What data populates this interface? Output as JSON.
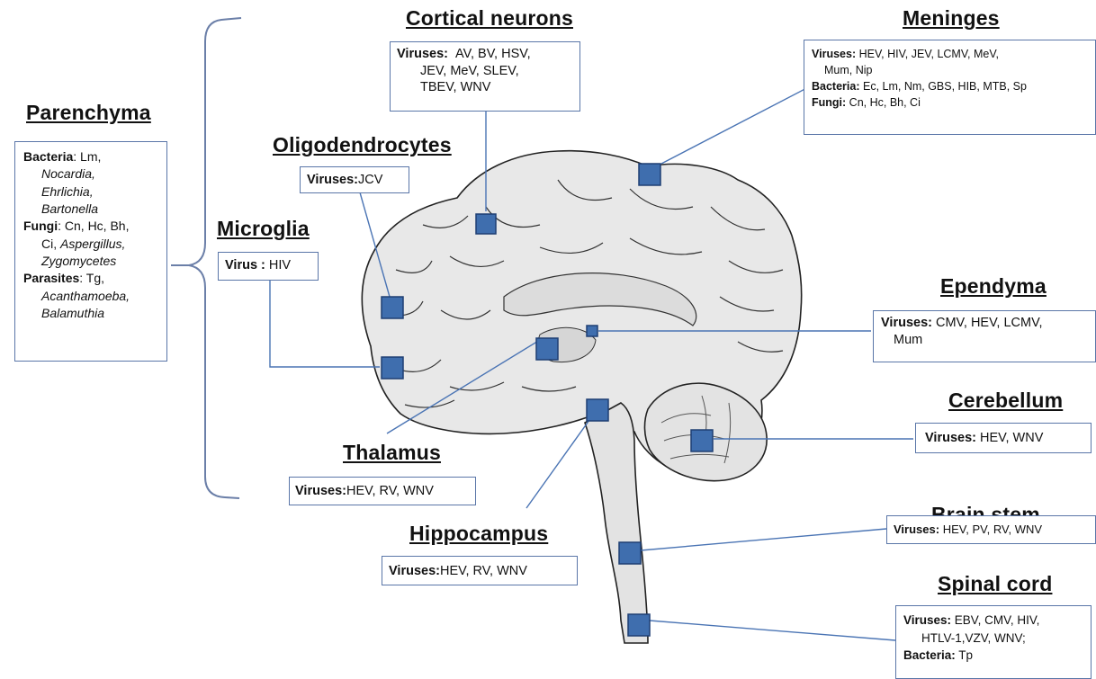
{
  "parenchyma": {
    "title": "Parenchyma",
    "bacteria_label": "Bacteria",
    "bacteria_1": ": Lm,",
    "bacteria_2": "Nocardia,",
    "bacteria_3": "Ehrlichia,",
    "bacteria_4": "Bartonella",
    "fungi_label": "Fungi",
    "fungi_1": ": Cn, Hc, Bh,",
    "fungi_2a": "Ci, ",
    "fungi_2b": "Aspergillus,",
    "fungi_3": "Zygomycetes",
    "parasites_label": "Parasites",
    "parasites_1": ": Tg,",
    "parasites_2": "Acanthamoeba,",
    "parasites_3": "Balamuthia"
  },
  "cortical": {
    "title": "Cortical neurons",
    "label": "Viruses:",
    "line1": "AV, BV, HSV,",
    "line2": "JEV, MeV, SLEV,",
    "line3": "TBEV, WNV"
  },
  "oligo": {
    "title": "Oligodendrocytes",
    "label": "Viruses:",
    "value": "JCV"
  },
  "microglia": {
    "title": "Microglia",
    "label": "Virus :",
    "value": "HIV"
  },
  "meninges": {
    "title": "Meninges",
    "v_label": "Viruses:",
    "v_1": "HEV, HIV, JEV, LCMV, MeV,",
    "v_2": "Mum, Nip",
    "b_label": "Bacteria:",
    "b_1": "Ec, Lm, Nm, GBS, HIB, MTB, Sp",
    "f_label": "Fungi:",
    "f_1": "Cn, Hc, Bh, Ci"
  },
  "ependyma": {
    "title": "Ependyma",
    "label": "Viruses:",
    "line1": "CMV, HEV, LCMV,",
    "line2": "Mum"
  },
  "cerebellum": {
    "title": "Cerebellum",
    "label": "Viruses:",
    "value": "HEV, WNV"
  },
  "thalamus": {
    "title": "Thalamus",
    "label": "Viruses:",
    "value": "HEV, RV, WNV"
  },
  "brainstem": {
    "title": "Brain stem",
    "label": "Viruses:",
    "value": "HEV, PV, RV, WNV"
  },
  "hippocampus": {
    "title": "Hippocampus",
    "label": "Viruses:",
    "value": "HEV, RV, WNV"
  },
  "spinal": {
    "title": "Spinal cord",
    "label": "Viruses:",
    "line1": "EBV, CMV, HIV,",
    "line2": "HTLV-1,VZV, WNV;",
    "b_label": "Bacteria:",
    "b_value": "Tp"
  },
  "colors": {
    "marker_fill": "#3f6eae",
    "marker_stroke": "#1f3f73",
    "connector": "#4a74b4",
    "box_border": "#5a76a8",
    "brain_fill": "#e8e8e8",
    "brain_outline": "#222222"
  }
}
